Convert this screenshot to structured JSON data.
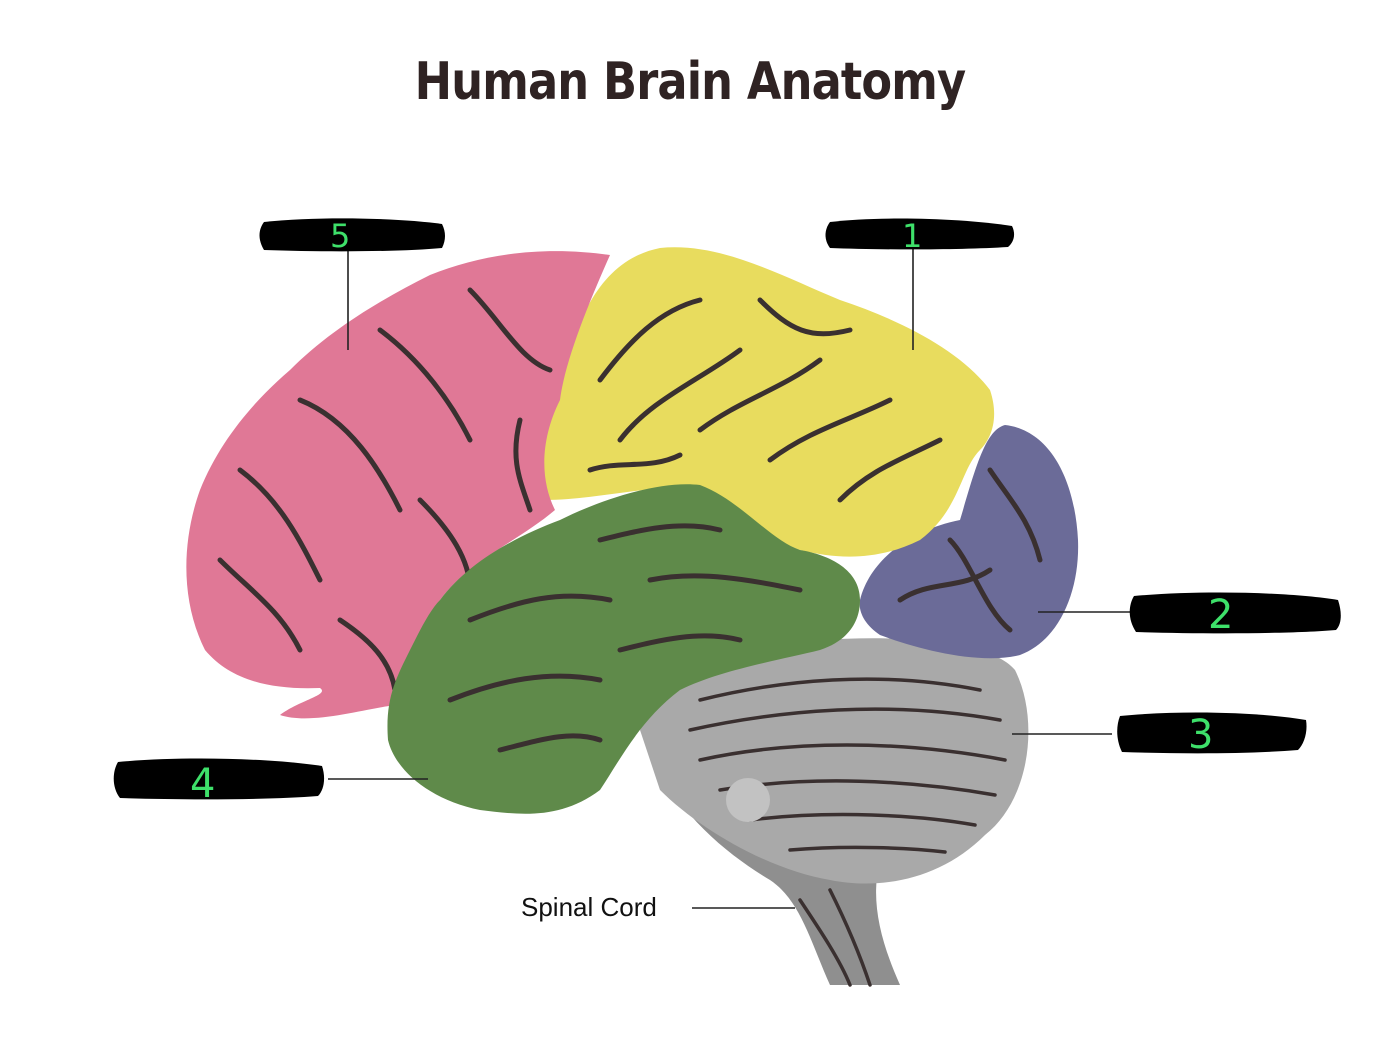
{
  "title": "Human Brain Anatomy",
  "labels": {
    "spinal_cord": "Spinal Cord",
    "marker_1": "1",
    "marker_2": "2",
    "marker_3": "3",
    "marker_4": "4",
    "marker_5": "5"
  },
  "colors": {
    "frontal_lobe": "#e07896",
    "parietal_lobe": "#e8dc5e",
    "temporal_lobe": "#5f8a4a",
    "occipital_lobe": "#6b6b98",
    "cerebellum": "#a9a9a9",
    "brainstem": "#8f8f8f",
    "marker_text": "#3ee06a",
    "redaction": "#000000"
  }
}
